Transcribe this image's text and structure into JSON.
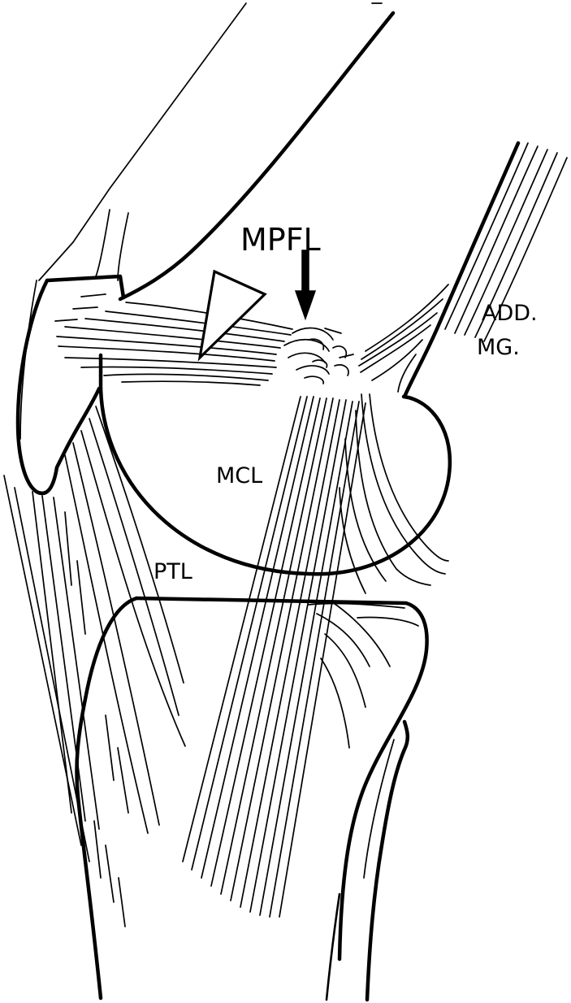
{
  "figure": {
    "labels": {
      "mpfl": "MPFL",
      "add": "ADD.",
      "mg": "MG.",
      "mcl": "MCL",
      "ptl": "PTL"
    },
    "colors": {
      "ink": "#000000",
      "paper": "#ffffff"
    },
    "icons": {
      "mpfl_pointer": "down-arrow-icon",
      "mpfl_marker": "open-triangle-arrowhead-icon"
    }
  }
}
